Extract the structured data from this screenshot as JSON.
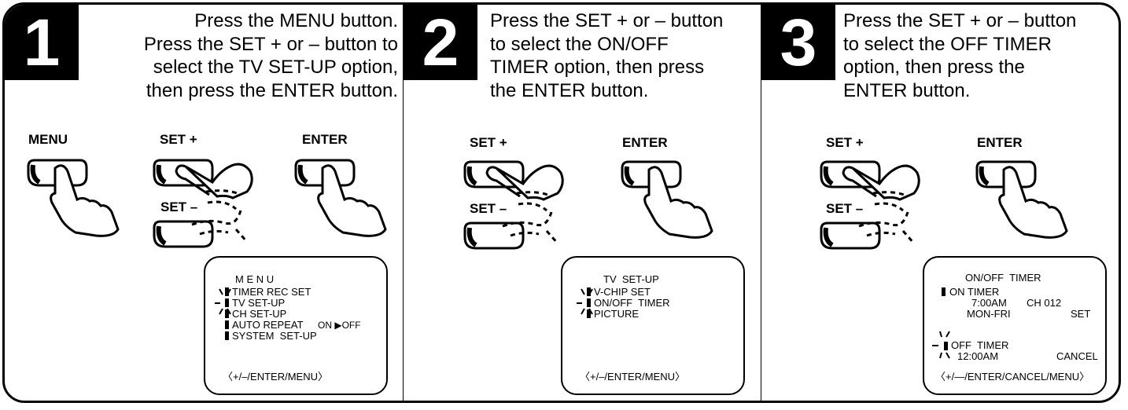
{
  "steps": [
    {
      "number": "1",
      "instruction": "Press the MENU button.\nPress the SET + or – button to\nselect the TV SET-UP option,\nthen press the ENTER button.",
      "buttons": [
        "MENU",
        "SET +",
        "SET –",
        "ENTER"
      ],
      "screen": {
        "title": "M E N U",
        "items": [
          "TIMER REC SET",
          "TV SET-UP",
          "CH SET-UP",
          "AUTO REPEAT",
          "SYSTEM  SET-UP"
        ],
        "auto_repeat_value": "ON ▶OFF",
        "footer": "〈+/–/ENTER/MENU〉"
      }
    },
    {
      "number": "2",
      "instruction": "Press the SET + or – button\nto select the ON/OFF\nTIMER option, then press\nthe ENTER button.",
      "buttons": [
        "SET +",
        "SET –",
        "ENTER"
      ],
      "screen": {
        "title": "TV  SET-UP",
        "items": [
          "V-CHIP SET",
          "ON/OFF  TIMER",
          "PICTURE"
        ],
        "footer": "〈+/–/ENTER/MENU〉"
      }
    },
    {
      "number": "3",
      "instruction": "Press the SET + or – button\nto select the OFF TIMER\noption, then press the\nENTER button.",
      "buttons": [
        "SET +",
        "SET –",
        "ENTER"
      ],
      "screen": {
        "title": "ON/OFF  TIMER",
        "on_timer": {
          "label": "ON TIMER",
          "time": "7:00AM",
          "channel": "CH 012",
          "days": "MON-FRI",
          "action": "SET"
        },
        "off_timer": {
          "label": "OFF  TIMER",
          "time": "12:00AM",
          "action": "CANCEL"
        },
        "footer": "〈+/—/ENTER/CANCEL/MENU〉"
      }
    }
  ]
}
